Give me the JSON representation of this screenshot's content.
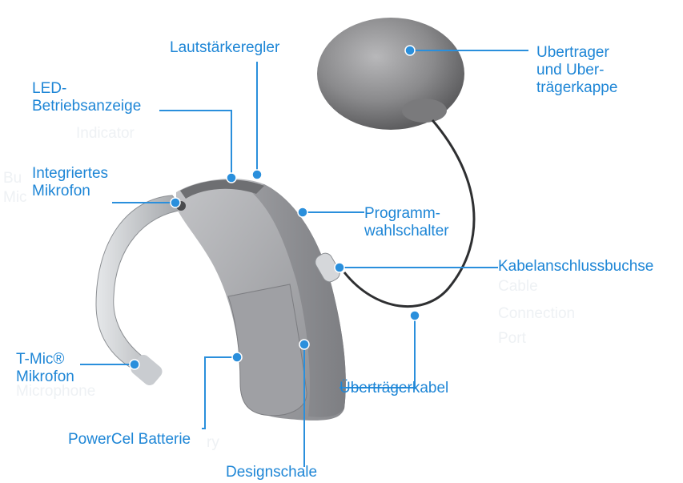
{
  "labels": {
    "lautstaerkeregler": "Lautstärkeregler",
    "led": "LED-\nBetriebsanzeige",
    "integriertes_mikrofon": "Integriertes\nMikrofon",
    "tmic": "T-Mic®\nMikrofon",
    "powercel": "PowerCel Batterie",
    "designschale": "Designschale",
    "uebertrager": "Ubertrager\nund Uber-\nträgerkappe",
    "programmwahlschalter": "Programm-\nwahlschalter",
    "kabelanschluss": "Kabelanschlussbuchse",
    "uebertraegerkabel": "Überträgerkabel"
  },
  "ghost_labels": {
    "indicator": "Indicator",
    "built_in": "Bu",
    "microphone": "Mic",
    "cable": "Cable",
    "connection": "Connection",
    "port": "Port",
    "microphone_tmic": "Microphone",
    "battery": "ry"
  },
  "colors": {
    "label": "#1e86d6",
    "leader": "#2a8fdc",
    "dot": "#2a8fdc",
    "device_body": "#a9aaad",
    "device_shell": "#8f9094",
    "coil": "#8c8c8e"
  }
}
